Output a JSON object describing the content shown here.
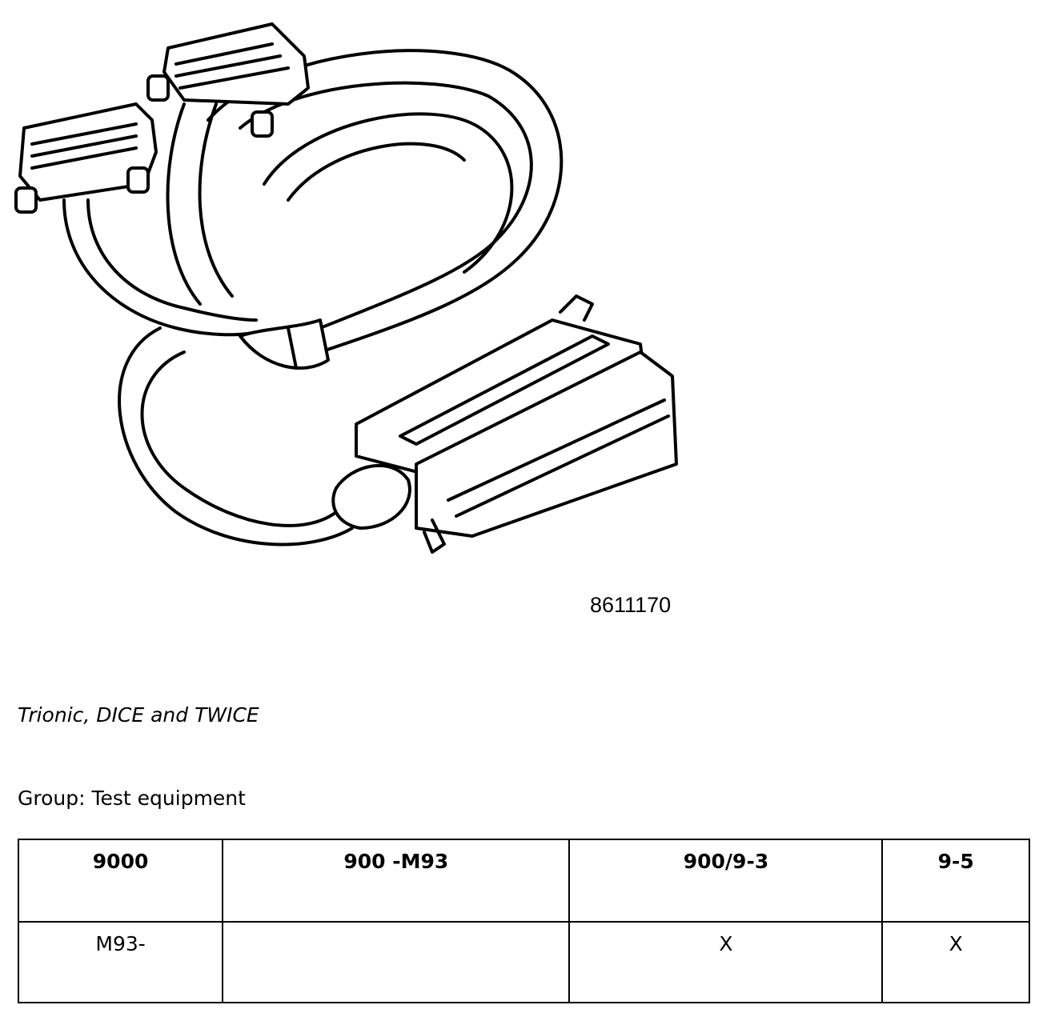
{
  "drawing": {
    "part_number": "8611170"
  },
  "subtitle": "Trionic, DICE and TWICE",
  "group_line": "Group: Test equipment",
  "table": {
    "headers": [
      "9000",
      "900 -M93",
      "900/9-3",
      "9-5"
    ],
    "row": [
      "M93-",
      "",
      "X",
      "X"
    ]
  }
}
